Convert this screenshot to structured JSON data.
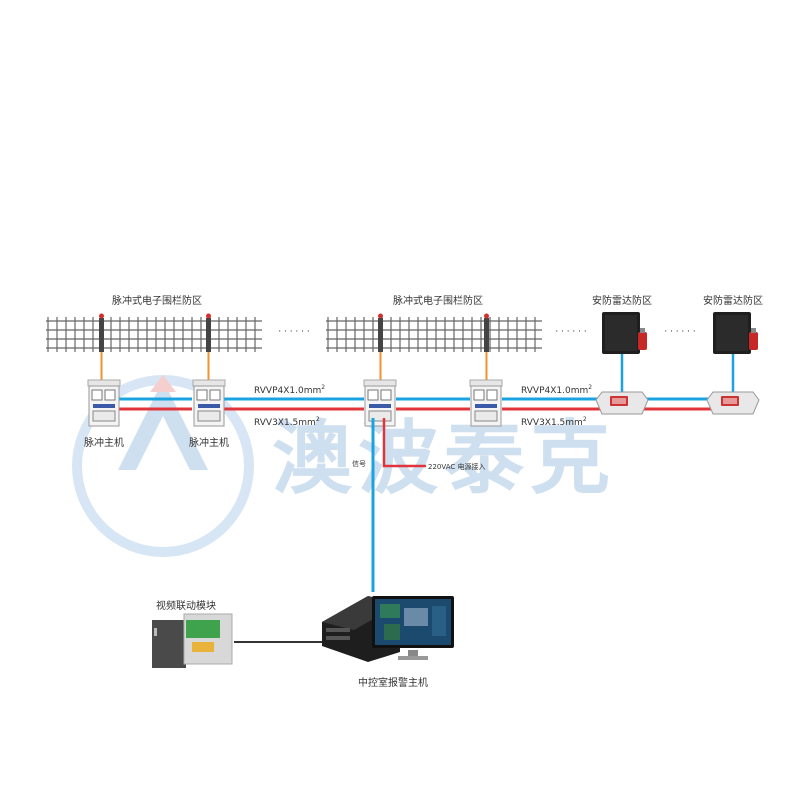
{
  "zones": {
    "fence_zone_1": "脉冲式电子围栏防区",
    "fence_zone_2": "脉冲式电子围栏防区",
    "radar_zone_1": "安防雷达防区",
    "radar_zone_2": "安防雷达防区"
  },
  "devices": {
    "pulse_host_1": "脉冲主机",
    "pulse_host_2": "脉冲主机",
    "linkage_module": "视频联动模块",
    "alarm_host": "中控室报警主机"
  },
  "cables": {
    "signal_cable_1": "RVVP4X1.0mm",
    "power_cable_1": "RVV3X1.5mm",
    "signal_cable_2": "RVVP4X1.0mm",
    "power_cable_2": "RVV3X1.5mm",
    "superscript": "2",
    "signal_label": "信号",
    "power_input": "220VAC 电源接入"
  },
  "watermark": "澳波泰克",
  "dots": "· · · · · ·",
  "colors": {
    "signal_line": "#1aa3e0",
    "power_line": "#e0353a",
    "fence_feed": "#f0922e",
    "fence": "#555555",
    "watermark_blue": "#c9dcef",
    "watermark_red": "#f4c9c9"
  }
}
